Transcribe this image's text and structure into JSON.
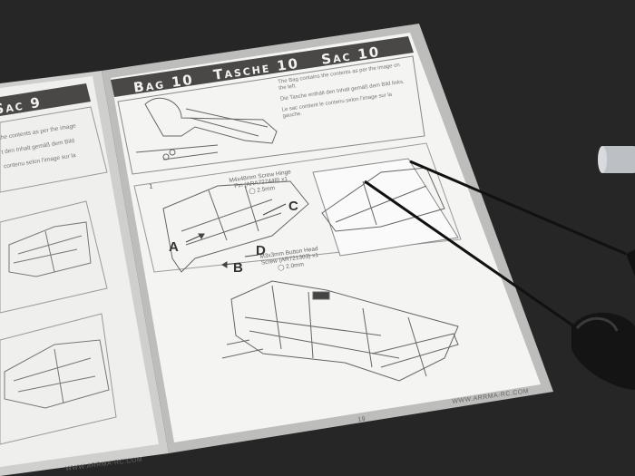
{
  "left_page": {
    "header": "Sac 9",
    "lines": [
      "the contents as per the image",
      "t den Inhalt gemäß dem Bild",
      "contenu selon l'image sur la"
    ],
    "footer": "WWW.ARRMA-RC.COM"
  },
  "right_page": {
    "header": {
      "bag": "Bag 10",
      "tasche": "Tasche 10",
      "sac": "Sac 10"
    },
    "description": {
      "en": "The Bag contains the contents as per the image on the left.",
      "de": "Die Tasche enthält den Inhalt gemäß dem Bild links.",
      "fr": "Le sac contient le contenu selon l'image sur la gauche."
    },
    "step": {
      "number": "1",
      "labels": [
        "A",
        "B",
        "C",
        "D"
      ],
      "part1": {
        "line1": "M4x48mm Screw Hinge",
        "line2": "Pin (ARA727448) x1",
        "tool": "2.5mm"
      },
      "part2": {
        "line1": "M3x3mm Button Head",
        "line2": "Screw (AR721303) x1",
        "tool": "2.0mm"
      }
    },
    "page_number": "19",
    "footer": "WWW.ARRMA-RC.COM"
  },
  "colors": {
    "background": "#262626",
    "page": "#f4f4f2",
    "header_band": "#4a4846",
    "border": "#b9b9b9"
  }
}
